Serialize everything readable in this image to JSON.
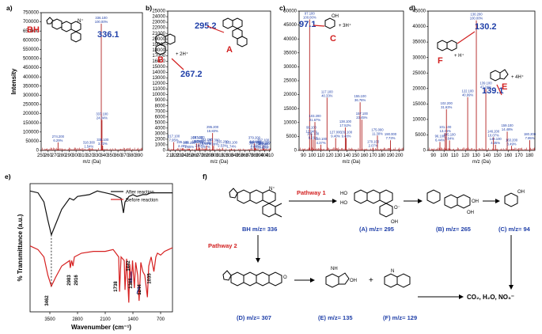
{
  "chart_data": [
    {
      "type": "bar",
      "panel": "a)",
      "ylabel": "Intensity",
      "xlabel": "m/z (Da)",
      "xlim": [
        250,
        395
      ],
      "ylim": [
        0,
        750000
      ],
      "xticks": [
        "250",
        "260",
        "270",
        "280",
        "290",
        "300",
        "310",
        "320",
        "330",
        "340",
        "350",
        "360",
        "370",
        "380",
        "390"
      ],
      "yticks": [
        "0",
        "50000",
        "100000",
        "150000",
        "200000",
        "250000",
        "300000",
        "350000",
        "400000",
        "450000",
        "500000",
        "550000",
        "600000",
        "650000",
        "700000",
        "750000"
      ],
      "peaks": [
        {
          "x": 274.2,
          "rel": 6.29,
          "label": "274.200\n6.29%"
        },
        {
          "x": 318.3,
          "rel": 1.54,
          "label": "318.300\n1.54%"
        },
        {
          "x": 336.1,
          "rel": 100.0,
          "label": "336.100\n100.00%"
        },
        {
          "x": 337.1,
          "rel": 24.04,
          "label": "337.100\n24.04%"
        },
        {
          "x": 338.1,
          "rel": 3.72,
          "label": "338.100\n3.72%"
        }
      ],
      "base_intensity": 690000,
      "highlight": "336.1",
      "species_label": "BH"
    },
    {
      "type": "bar",
      "panel": "b)",
      "xlim": [
        205,
        412
      ],
      "ylim": [
        0,
        25000
      ],
      "xticks": [
        "210",
        "220",
        "230",
        "240",
        "250",
        "260",
        "270",
        "280",
        "290",
        "300",
        "310",
        "320",
        "330",
        "340",
        "350",
        "360",
        "370",
        "380",
        "390",
        "400",
        "410"
      ],
      "yticks": [
        "0",
        "1000",
        "2000",
        "3000",
        "4000",
        "5000",
        "6000",
        "7000",
        "8000",
        "9000",
        "10000",
        "11000",
        "12000",
        "13000",
        "14000",
        "15000",
        "16000",
        "17000",
        "18000",
        "19000",
        "20000",
        "21000",
        "22000",
        "23000",
        "24000",
        "25000"
      ],
      "xlabel": "m/z (Da)",
      "base_intensity": 18500,
      "peaks": [
        {
          "x": 217.1,
          "rel": 7.95,
          "label": "217.100\n7.95%"
        },
        {
          "x": 235.1,
          "rel": 2.28,
          "label": "235.100\n2.28%"
        },
        {
          "x": 248.2,
          "rel": 1.65,
          "label": "248.200\n1.65%"
        },
        {
          "x": 263.1,
          "rel": 6.59,
          "label": "263.100\n6.59%"
        },
        {
          "x": 267.2,
          "rel": 6.73,
          "label": "267.200\n6.73%"
        },
        {
          "x": 269.1,
          "rel": 2.6,
          "label": "269.100\n2.60%"
        },
        {
          "x": 281.2,
          "rel": 1.67,
          "label": "281.200\n1.67%"
        },
        {
          "x": 283.1,
          "rel": 4.53,
          "label": "283.100\n4.53%"
        },
        {
          "x": 295.2,
          "rel": 16.83,
          "label": "295.200\n16.83%"
        },
        {
          "x": 297.3,
          "rel": 4.39,
          "label": "297.300\n4.39%"
        },
        {
          "x": 315.2,
          "rel": 2.53,
          "label": "315.200\n2.53%"
        },
        {
          "x": 333.1,
          "rel": 1.74,
          "label": "333.100\n1.74%"
        },
        {
          "x": 380.3,
          "rel": 1.09,
          "label": "380.300\n1.09%"
        },
        {
          "x": 379.2,
          "rel": 6.64,
          "label": "379.200\n6.64%"
        },
        {
          "x": 381.3,
          "rel": 2.2,
          "label": "381.300\n2.20%"
        },
        {
          "x": 397.1,
          "rel": 4.25,
          "label": "397.100\n4.25%"
        },
        {
          "x": 399.2,
          "rel": 1.9,
          "label": "399.200\n1.90%"
        },
        {
          "x": 398.1,
          "rel": 0.93,
          "label": "398.100\n0.93%"
        }
      ],
      "highlights": [
        "295.2",
        "267.2"
      ],
      "species_labels": [
        "A",
        "B"
      ],
      "charge_note": "+ 2H⁺"
    },
    {
      "type": "bar",
      "panel": "c)",
      "xlim": [
        85,
        205
      ],
      "ylim": [
        0,
        50000
      ],
      "xticks": [
        "90",
        "100",
        "110",
        "120",
        "130",
        "140",
        "150",
        "160",
        "170",
        "180",
        "190",
        "200"
      ],
      "yticks": [
        "0",
        "5000",
        "10000",
        "15000",
        "20000",
        "25000",
        "30000",
        "35000",
        "40000",
        "45000",
        "50000"
      ],
      "xlabel": "m/z (Da)",
      "base_intensity": 47000,
      "peaks": [
        {
          "x": 97.1,
          "rel": 100.0,
          "label": "97.100\n100.00%"
        },
        {
          "x": 99.1,
          "rel": 12.94,
          "label": "99.100\n12.94%"
        },
        {
          "x": 101.1,
          "rel": 8.29,
          "label": "101.100\n8.29%"
        },
        {
          "x": 103.2,
          "rel": 21.67,
          "label": "103.200\n21.67%"
        },
        {
          "x": 110.1,
          "rel": 4.37,
          "label": "110.100\n4.37%"
        },
        {
          "x": 117.1,
          "rel": 40.33,
          "label": "117.100\n40.33%"
        },
        {
          "x": 127.0,
          "rel": 9.4,
          "label": "127.000\n9.40%"
        },
        {
          "x": 138.1,
          "rel": 17.52,
          "label": "138.100\n17.52%"
        },
        {
          "x": 139.1,
          "rel": 9.48,
          "label": "139.100\n9.48%"
        },
        {
          "x": 155.1,
          "rel": 36.76,
          "label": "155.100\n36.76%"
        },
        {
          "x": 157.1,
          "rel": 23.45,
          "label": "157.100\n23.45%"
        },
        {
          "x": 170.1,
          "rel": 2.07,
          "label": "170.100\n2.07%"
        },
        {
          "x": 175.0,
          "rel": 11.3,
          "label": "175.000\n11.30%"
        },
        {
          "x": 190.0,
          "rel": 7.73,
          "label": "190.000\n7.73%"
        }
      ],
      "highlight": "97.1",
      "species_label": "C",
      "charge_note": "+ 3H⁺"
    },
    {
      "type": "bar",
      "panel": "d)",
      "xlim": [
        85,
        185
      ],
      "ylim": [
        0,
        45000
      ],
      "xticks": [
        "90",
        "100",
        "110",
        "120",
        "130",
        "140",
        "150",
        "160",
        "170",
        "180"
      ],
      "yticks": [
        "0",
        "5000",
        "10000",
        "15000",
        "20000",
        "25000",
        "30000",
        "35000",
        "40000",
        "45000"
      ],
      "xlabel": "m/z (Da)",
      "base_intensity": 42000,
      "peaks": [
        {
          "x": 96.1,
          "rel": 6.44,
          "label": "96.100\n6.44%"
        },
        {
          "x": 101.1,
          "rel": 13.25,
          "label": "101.100\n13.25%"
        },
        {
          "x": 102.2,
          "rel": 31.63,
          "label": "102.200\n31.63%"
        },
        {
          "x": 105.1,
          "rel": 7.64,
          "label": "105.100\n7.64%"
        },
        {
          "x": 122.1,
          "rel": 40.99,
          "label": "122.100\n40.99%"
        },
        {
          "x": 130.2,
          "rel": 100.0,
          "label": "130.200\n100.00%"
        },
        {
          "x": 139.1,
          "rel": 47.24,
          "label": "139.100\n47.24%"
        },
        {
          "x": 146.2,
          "rel": 10.07,
          "label": "146.200\n10.07%"
        },
        {
          "x": 148.1,
          "rel": 4.35,
          "label": "148.100\n4.35%"
        },
        {
          "x": 159.1,
          "rel": 14.48,
          "label": "159.100\n14.48%"
        },
        {
          "x": 163.2,
          "rel": 3.49,
          "label": "163.200\n3.49%"
        },
        {
          "x": 180.2,
          "rel": 7.85,
          "label": "180.200\n7.85%"
        }
      ],
      "highlights": [
        "130.2",
        "139.1"
      ],
      "species_labels": [
        "F",
        "E"
      ],
      "charge_notes": [
        "+ H⁺",
        "+ 4H⁺"
      ]
    },
    {
      "type": "line",
      "panel": "e)",
      "xlabel": "Wavenumber (cm⁻¹)",
      "ylabel": "% Transmittance (a.u.)",
      "xlim": [
        4000,
        400
      ],
      "xticks": [
        "3500",
        "2800",
        "2100",
        "1400",
        "700"
      ],
      "legend_position": "top-right",
      "series": [
        {
          "name": "After reaction",
          "color": "#111111",
          "x": [
            4000,
            3800,
            3650,
            3550,
            3462,
            3350,
            3200,
            3000,
            2900,
            2800,
            2500,
            2300,
            2100,
            1900,
            1700,
            1640,
            1600,
            1500,
            1400,
            1300,
            1150,
            1050,
            950,
            850,
            700,
            500,
            400
          ],
          "y": [
            96,
            95,
            90,
            80,
            72,
            78,
            86,
            92,
            91,
            93,
            94,
            96,
            95,
            94,
            92,
            84,
            90,
            93,
            94,
            93,
            94,
            94,
            95,
            95,
            95,
            95,
            95
          ]
        },
        {
          "name": "Before reaction",
          "color": "#d62020",
          "x": [
            4000,
            3800,
            3650,
            3550,
            3462,
            3350,
            3200,
            3000,
            2983,
            2950,
            2916,
            2880,
            2700,
            2400,
            2100,
            1900,
            1760,
            1738,
            1700,
            1620,
            1600,
            1560,
            1505,
            1480,
            1442,
            1410,
            1365,
            1330,
            1280,
            1244,
            1200,
            1150,
            1100,
            1035,
            1000,
            940,
            870,
            820,
            780,
            700,
            600,
            500,
            400
          ],
          "y": [
            66,
            64,
            60,
            50,
            44,
            49,
            55,
            58,
            54,
            58,
            55,
            60,
            62,
            63,
            63,
            64,
            60,
            41,
            60,
            58,
            42,
            59,
            35,
            56,
            45,
            58,
            43,
            57,
            50,
            36,
            57,
            52,
            50,
            38,
            55,
            60,
            52,
            60,
            62,
            61,
            63,
            64,
            65
          ]
        }
      ],
      "annotations": [
        "3462",
        "2983",
        "2916",
        "1738",
        "1442",
        "1365",
        "1244",
        "1035"
      ]
    }
  ],
  "panels": {
    "a": "a)",
    "b": "b)",
    "c": "c)",
    "d": "d)",
    "e": "e)",
    "f": "f)"
  },
  "highlights": {
    "a_main": "336.1",
    "b_main": "295.2",
    "b_sec": "267.2",
    "c_main": "97.1",
    "d_main": "130.2",
    "d_sec": "139.1"
  },
  "species": {
    "BH": "BH",
    "A": "A",
    "B": "B",
    "C": "C",
    "E": "E",
    "F": "F"
  },
  "charges": {
    "b": "+ 2H⁺",
    "c": "+ 3H⁺",
    "d_f": "+ H⁺",
    "d_e": "+ 4H⁺"
  },
  "pathway": {
    "p1": "Pathway 1",
    "p2": "Pathway 2",
    "bh": "BH m/z= 336",
    "a": "(A) m/z= 295",
    "b": "(B) m/z= 265",
    "c": "(C) m/z= 94",
    "d": "(D) m/z= 307",
    "e": "(E) m/z= 135",
    "f": "(F) m/z= 129",
    "plus": "+",
    "final": "CO₂, H₂O, NO₃⁻"
  },
  "colors": {
    "label_blue": "#1f3fa8",
    "label_red": "#d21f1f",
    "ms_bar": "#b22020",
    "highlight_blue": "#1f3fa8"
  }
}
